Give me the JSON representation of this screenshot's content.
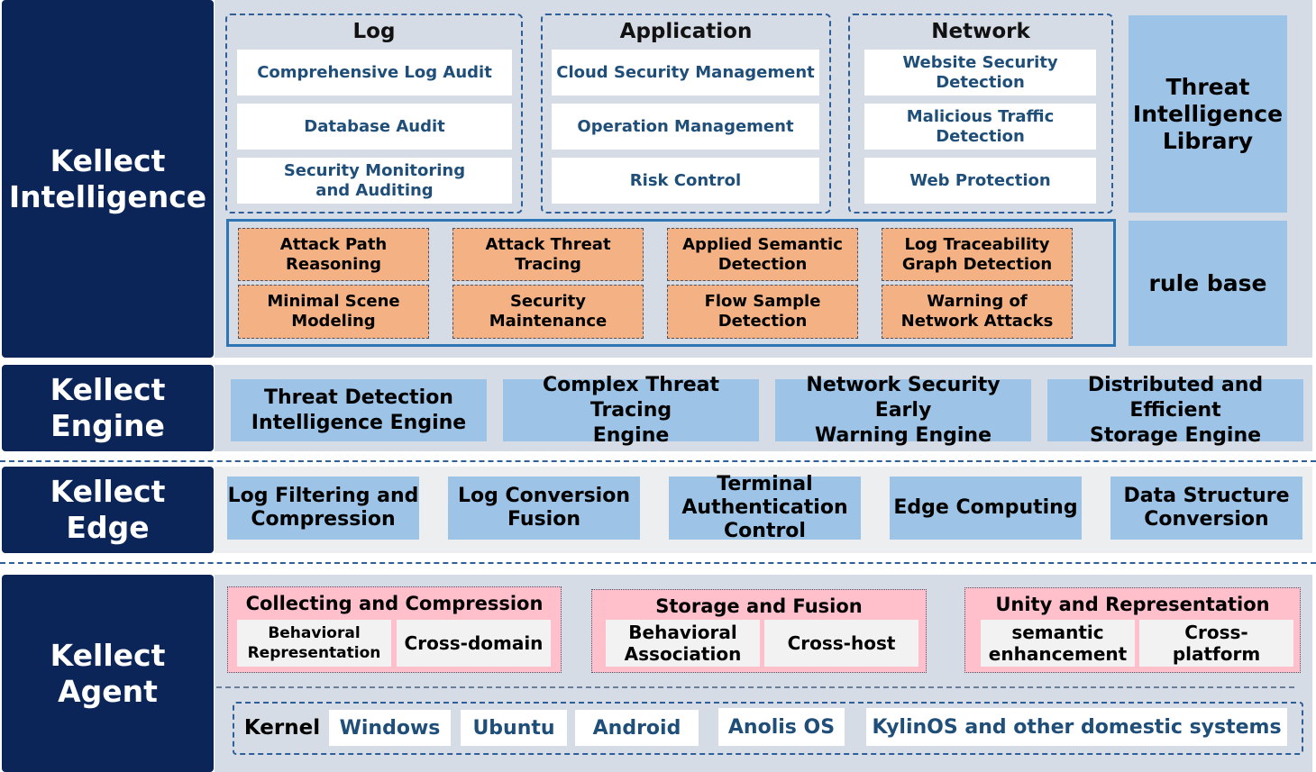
{
  "layers": {
    "intelligence": "Kellect\nIntelligence",
    "engine": "Kellect\nEngine",
    "edge": "Kellect\nEdge",
    "agent": "Kellect\nAgent"
  },
  "intelligence": {
    "groups": [
      {
        "title": "Log",
        "items": [
          "Comprehensive Log Audit",
          "Database Audit",
          "Security Monitoring\nand Auditing"
        ]
      },
      {
        "title": "Application",
        "items": [
          "Cloud Security Management",
          "Operation Management",
          "Risk Control"
        ]
      },
      {
        "title": "Network",
        "items": [
          "Website Security\nDetection",
          "Malicious Traffic\nDetection",
          "Web Protection"
        ]
      }
    ],
    "threat_library": "Threat\nIntelligence\nLibrary",
    "rule_base": "rule base",
    "capabilities": [
      "Attack Path\nReasoning",
      "Attack Threat\nTracing",
      "Applied Semantic\nDetection",
      "Log Traceability\nGraph Detection",
      "Minimal Scene\nModeling",
      "Security\nMaintenance",
      "Flow Sample\nDetection",
      "Warning of\nNetwork Attacks"
    ]
  },
  "engine": {
    "items": [
      "Threat Detection\nIntelligence Engine",
      "Complex Threat Tracing\nEngine",
      "Network Security Early\nWarning Engine",
      "Distributed and Efficient\nStorage Engine"
    ]
  },
  "edge": {
    "items": [
      "Log Filtering and\nCompression",
      "Log Conversion\nFusion",
      "Terminal\nAuthentication\nControl",
      "Edge Computing",
      "Data Structure\nConversion"
    ]
  },
  "agent": {
    "groups": [
      {
        "title": "Collecting and Compression",
        "items": [
          "Behavioral\nRepresentation",
          "Cross-domain"
        ]
      },
      {
        "title": "Storage and Fusion",
        "items": [
          "Behavioral\nAssociation",
          "Cross-host"
        ]
      },
      {
        "title": "Unity and Representation",
        "items": [
          "semantic\nenhancement",
          "Cross-\nplatform"
        ]
      }
    ],
    "kernel_label": "Kernel",
    "os": [
      "Windows",
      "Ubuntu",
      "Android",
      "Anolis OS",
      "KylinOS and other domestic systems"
    ]
  },
  "colors": {
    "navy": "#0b2559",
    "panel": "#d6dce5",
    "light_blue": "#9dc3e6",
    "orange": "#f4b183",
    "pink": "#ffc0cb",
    "text_blue": "#1f4e79",
    "border_blue": "#2e5f99"
  }
}
